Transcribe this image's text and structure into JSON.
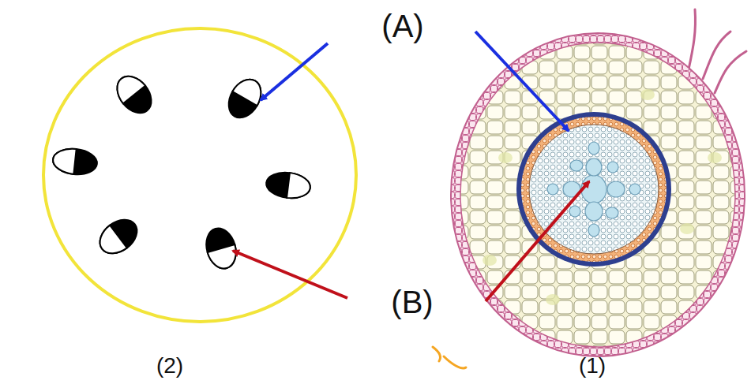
{
  "diagram": {
    "labels": [
      "(A)",
      "(B)",
      "(2)",
      "(1)"
    ]
  }
}
